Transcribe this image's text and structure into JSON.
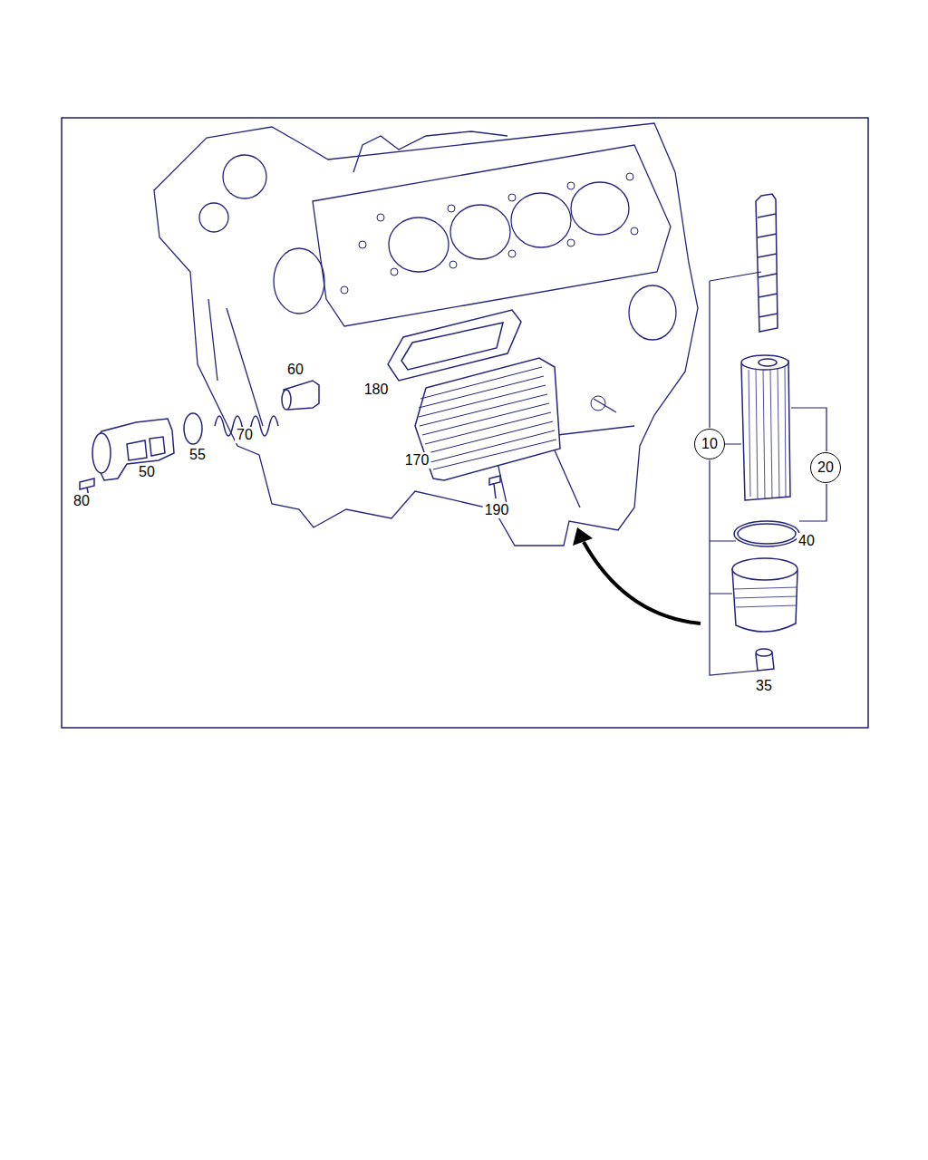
{
  "diagram": {
    "nodes": [
      {
        "text": [
          "10"
        ]
      },
      {
        "text": [
          "20"
        ]
      }
    ],
    "labels": [
      "60",
      "180",
      "70",
      "55",
      "50",
      "170",
      "80",
      "190",
      "40",
      "35"
    ]
  }
}
